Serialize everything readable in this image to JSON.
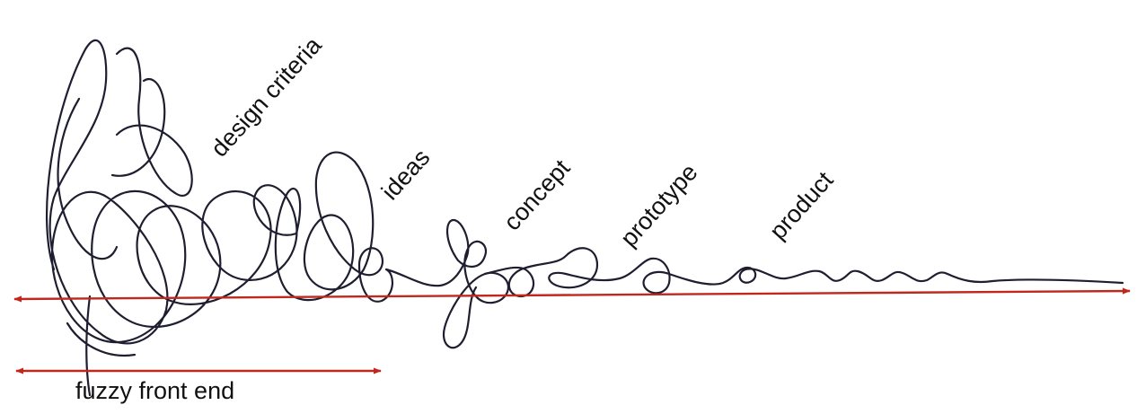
{
  "labels": {
    "design_criteria": "design criteria",
    "ideas": "ideas",
    "concept": "concept",
    "prototype": "prototype",
    "product": "product",
    "fuzzy_front_end": "fuzzy front end"
  },
  "colors": {
    "scribble": "#1e1e30",
    "arrow": "#c0281e",
    "background": "#ffffff"
  }
}
